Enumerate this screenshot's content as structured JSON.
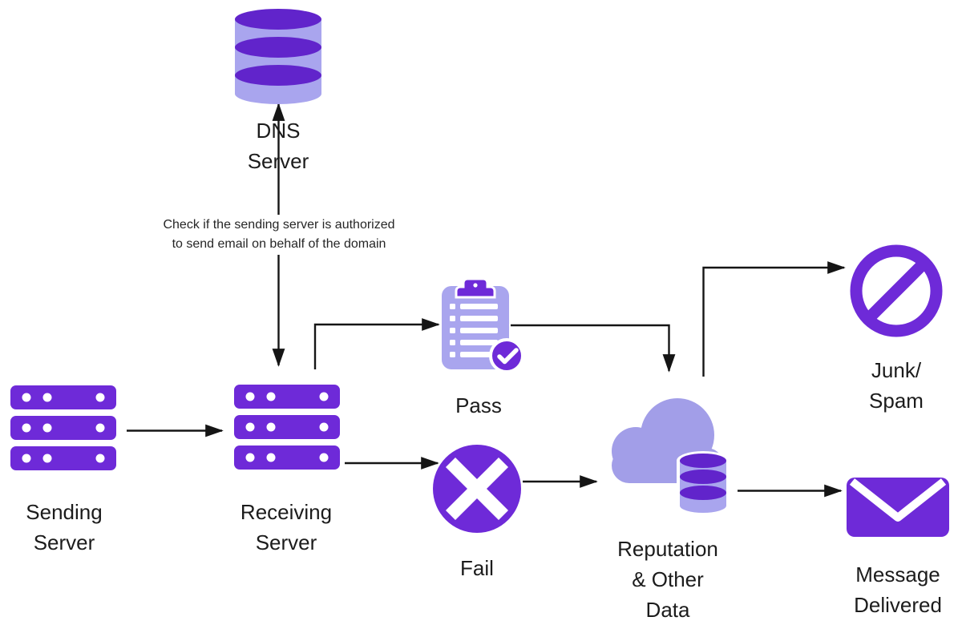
{
  "diagram": {
    "background": "#ffffff",
    "annotation": {
      "lines": [
        "Check if the sending server is authorized",
        "to send email on behalf of the domain"
      ]
    },
    "nodes": {
      "dns_server": {
        "icon": "database-icon",
        "lines": [
          "DNS",
          "Server"
        ]
      },
      "sending_server": {
        "icon": "server-icon",
        "lines": [
          "Sending",
          "Server"
        ]
      },
      "receiving_server": {
        "icon": "server-icon",
        "lines": [
          "Receiving",
          "Server"
        ]
      },
      "pass": {
        "icon": "clipboard-check-icon",
        "lines": [
          "Pass"
        ]
      },
      "fail": {
        "icon": "x-circle-icon",
        "lines": [
          "Fail"
        ]
      },
      "reputation": {
        "icon": "cloud-database-icon",
        "lines": [
          "Reputation",
          "& Other",
          "Data"
        ]
      },
      "junk_spam": {
        "icon": "prohibition-icon",
        "lines": [
          "Junk/",
          "Spam"
        ]
      },
      "message_delivered": {
        "icon": "envelope-icon",
        "lines": [
          "Message",
          "Delivered"
        ]
      }
    },
    "edges": [
      {
        "from": "receiving_server",
        "to": "dns_server",
        "style": "double-arrow"
      },
      {
        "from": "sending_server",
        "to": "receiving_server",
        "style": "arrow"
      },
      {
        "from": "receiving_server",
        "to": "pass",
        "style": "elbow-arrow"
      },
      {
        "from": "pass",
        "to": "reputation",
        "style": "elbow-arrow"
      },
      {
        "from": "receiving_server",
        "to": "fail",
        "style": "arrow"
      },
      {
        "from": "fail",
        "to": "reputation",
        "style": "arrow"
      },
      {
        "from": "reputation",
        "to": "junk_spam",
        "style": "elbow-arrow"
      },
      {
        "from": "reputation",
        "to": "message_delivered",
        "style": "arrow"
      }
    ],
    "colors": {
      "purple": "#6e2ad8",
      "dark_purple": "#6124cb",
      "light_purple": "#a9a5ee",
      "cloud_purple": "#a29ee8",
      "line": "#151515",
      "text": "#1c1c1c"
    }
  }
}
